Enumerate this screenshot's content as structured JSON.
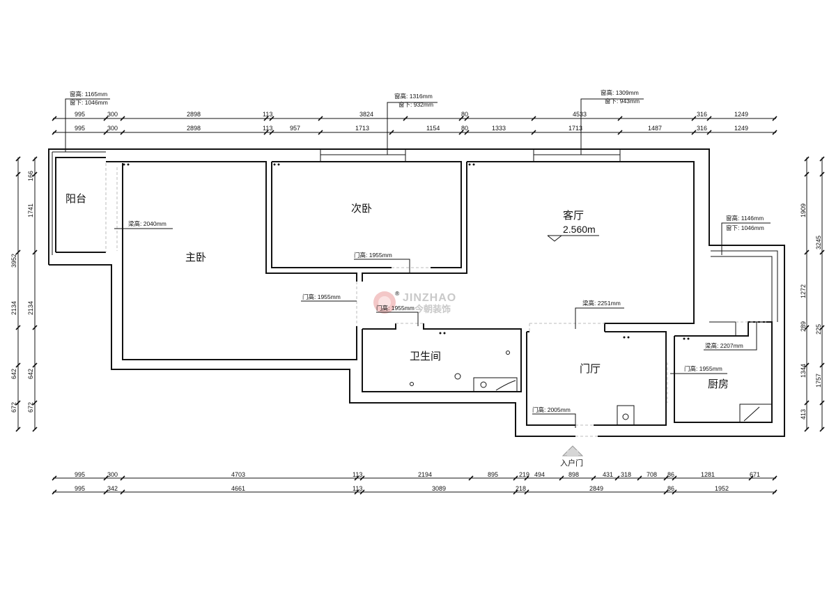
{
  "rooms": {
    "balcony": "阳台",
    "master_bedroom": "主卧",
    "second_bedroom": "次卧",
    "living_room": "客厅",
    "bathroom": "卫生间",
    "foyer": "门厅",
    "kitchen": "厨房"
  },
  "level": "2.560m",
  "entrance": "入户门",
  "logo": {
    "en": "JINZHAO",
    "cn": "今朝装饰",
    "mark": "®"
  },
  "notes": {
    "w1_height": "窗高: 1165mm",
    "w1_sill": "窗下: 1046mm",
    "w2_height": "窗高: 1316mm",
    "w2_sill": "窗下: 932mm",
    "w3_height": "窗高: 1309mm",
    "w3_sill": "窗下: 943mm",
    "w4_height": "窗高: 1146mm",
    "w4_sill": "窗下: 1046mm",
    "beam_master": "梁高: 2040mm",
    "door_second": "门高: 1955mm",
    "door_master": "门高: 1955mm",
    "door_bath": "门高: 1955mm",
    "beam_living": "梁高: 2251mm",
    "beam_kitchen": "梁高: 2207mm",
    "door_kitchen": "门高: 1955mm",
    "door_entry": "门高: 2005mm"
  },
  "dims": {
    "top1": [
      "995",
      "300",
      "2898",
      "113",
      "3824",
      "80",
      "4533",
      "316",
      "1249"
    ],
    "top2": [
      "995",
      "300",
      "2898",
      "113",
      "957",
      "1713",
      "1154",
      "80",
      "1333",
      "1713",
      "1487",
      "316",
      "1249"
    ],
    "bottom1": [
      "995",
      "300",
      "4703",
      "113",
      "2194",
      "895",
      "219",
      "494",
      "898",
      "431",
      "318",
      "708",
      "86",
      "1281",
      "671"
    ],
    "bottom2": [
      "995",
      "342",
      "4661",
      "113",
      "3089",
      "218",
      "2849",
      "86",
      "1952"
    ],
    "left_outer": [
      "3952",
      "2134",
      "642",
      "672"
    ],
    "left_inner": [
      "166",
      "1741",
      "2134",
      "642",
      "672"
    ],
    "right_inner": [
      "1909",
      "1272",
      "289",
      "1344",
      "413"
    ],
    "right_outer": [
      "3245",
      "225",
      "1757"
    ]
  }
}
